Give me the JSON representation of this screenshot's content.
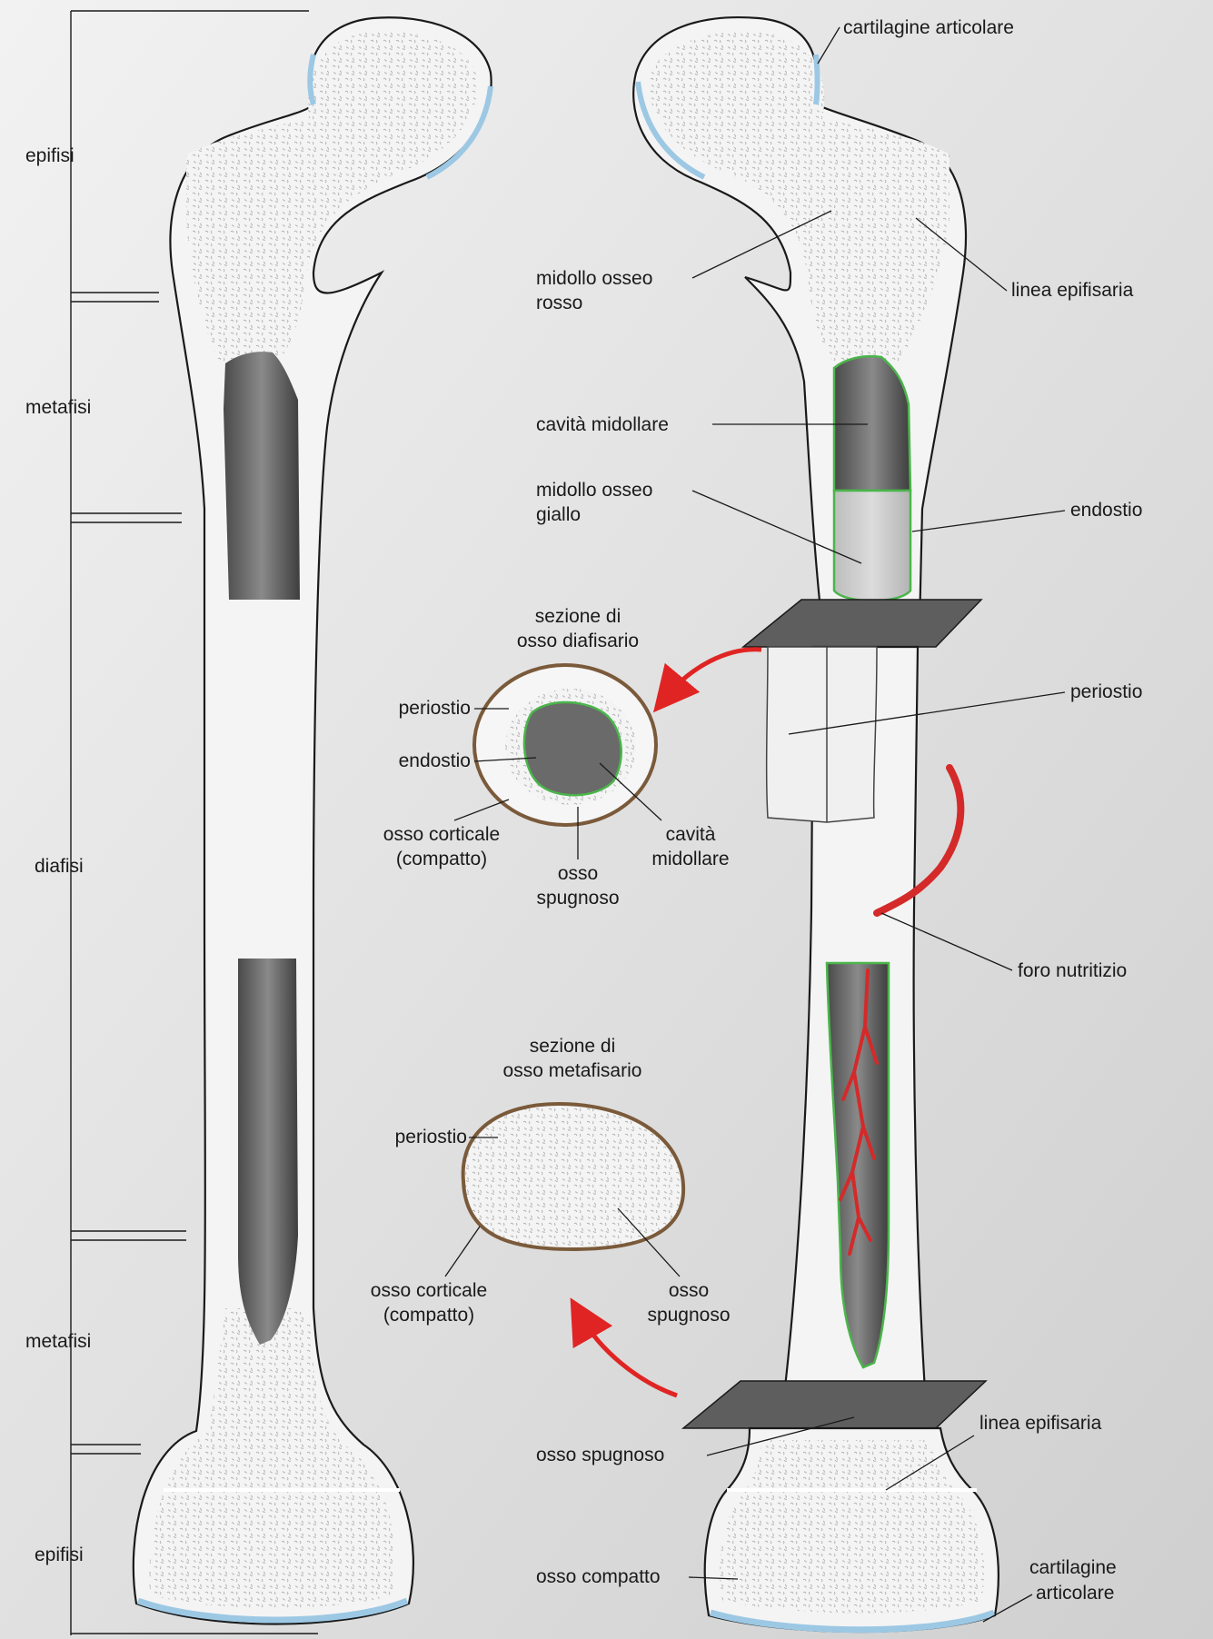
{
  "regions_left": {
    "epifisi_top": "epifisi",
    "metafisi_top": "metafisi",
    "diafisi": "diafisi",
    "metafisi_bottom": "metafisi",
    "epifisi_bottom": "epifisi"
  },
  "right_labels": {
    "cartilagine_top": "cartilagine articolare",
    "midollo_rosso_1": "midollo osseo",
    "midollo_rosso_2": "rosso",
    "linea_epifisaria_top": "linea epifisaria",
    "cavita_midollare": "cavità midollare",
    "midollo_giallo_1": "midollo osseo",
    "midollo_giallo_2": "giallo",
    "endostio": "endostio",
    "periostio": "periostio",
    "foro_nutritizio": "foro nutritizio",
    "osso_spugnoso": "osso spugnoso",
    "linea_epifisaria_bottom": "linea epifisaria",
    "osso_compatto": "osso compatto",
    "cartilagine_bottom_1": "cartilagine",
    "cartilagine_bottom_2": "articolare"
  },
  "diaphyseal_section": {
    "title_1": "sezione di",
    "title_2": "osso diafisario",
    "periostio": "periostio",
    "endostio": "endostio",
    "cortical_1": "osso corticale",
    "cortical_2": "(compatto)",
    "spongy_1": "osso",
    "spongy_2": "spugnoso",
    "cavity_1": "cavità",
    "cavity_2": "midollare"
  },
  "metaphyseal_section": {
    "title_1": "sezione di",
    "title_2": "osso metafisario",
    "periostio": "periostio",
    "cortical_1": "osso corticale",
    "cortical_2": "(compatto)",
    "spongy_1": "osso",
    "spongy_2": "spugnoso"
  },
  "colors": {
    "background": "#e4e4e4",
    "bone": "#f6f6f6",
    "cavity": "#6a6a6a",
    "yellow_marrow": "#cfcfcf",
    "cartilage": "#9cc8e4",
    "endosteum": "#4ab54a",
    "periosteum_ring": "#7a5a3a",
    "vessel": "#d42a2a",
    "arrow": "#e02424",
    "plane": "#5a5a5a"
  }
}
